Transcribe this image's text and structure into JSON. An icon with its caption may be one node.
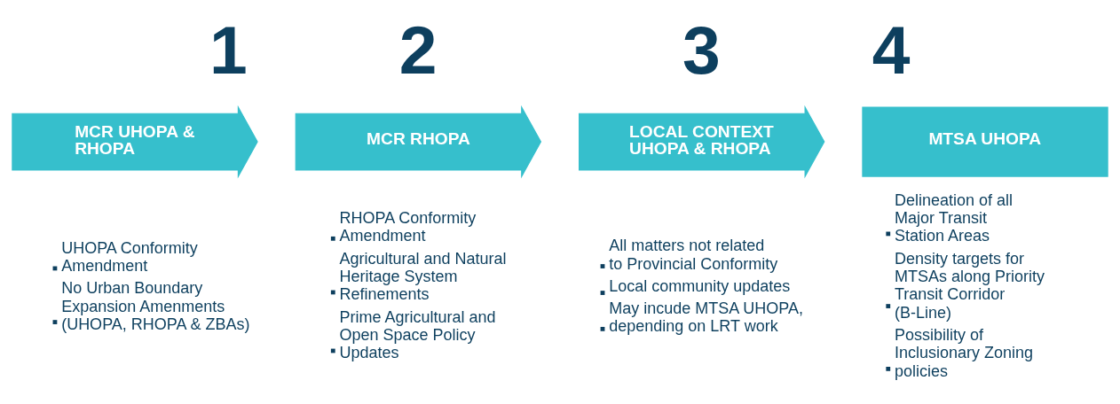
{
  "diagram": {
    "nodes": [
      {
        "text": [
          "MCR UHOPA & RHOPA"
        ],
        "beside": [
          "1",
          "UHOPA Conformity Amendment",
          "No Urban Boundary Expansion Amenments (UHOPA, RHOPA & ZBAs)"
        ]
      },
      {
        "text": [
          "MCR RHOPA"
        ],
        "beside": [
          "2",
          "RHOPA Conformity Amendment",
          "Agricultural and Natural Heritage System Refinements",
          "Prime Agricultural and Open Space Policy Updates"
        ]
      },
      {
        "text": [
          "LOCAL CONTEXT UHOPA & RHOPA"
        ],
        "beside": [
          "3",
          "All matters not related to Provincial Conformity",
          "Local community updates",
          "May incude MTSA UHOPA, depending on LRT work"
        ]
      },
      {
        "text": [
          "MTSA UHOPA"
        ],
        "beside": [
          "4",
          "Delineation of all Major Transit Station Areas",
          "Density targets for MTSAs along Priority Transit Corridor (B-Line)",
          "Possibility of Inclusionary Zoning policies"
        ]
      }
    ]
  }
}
